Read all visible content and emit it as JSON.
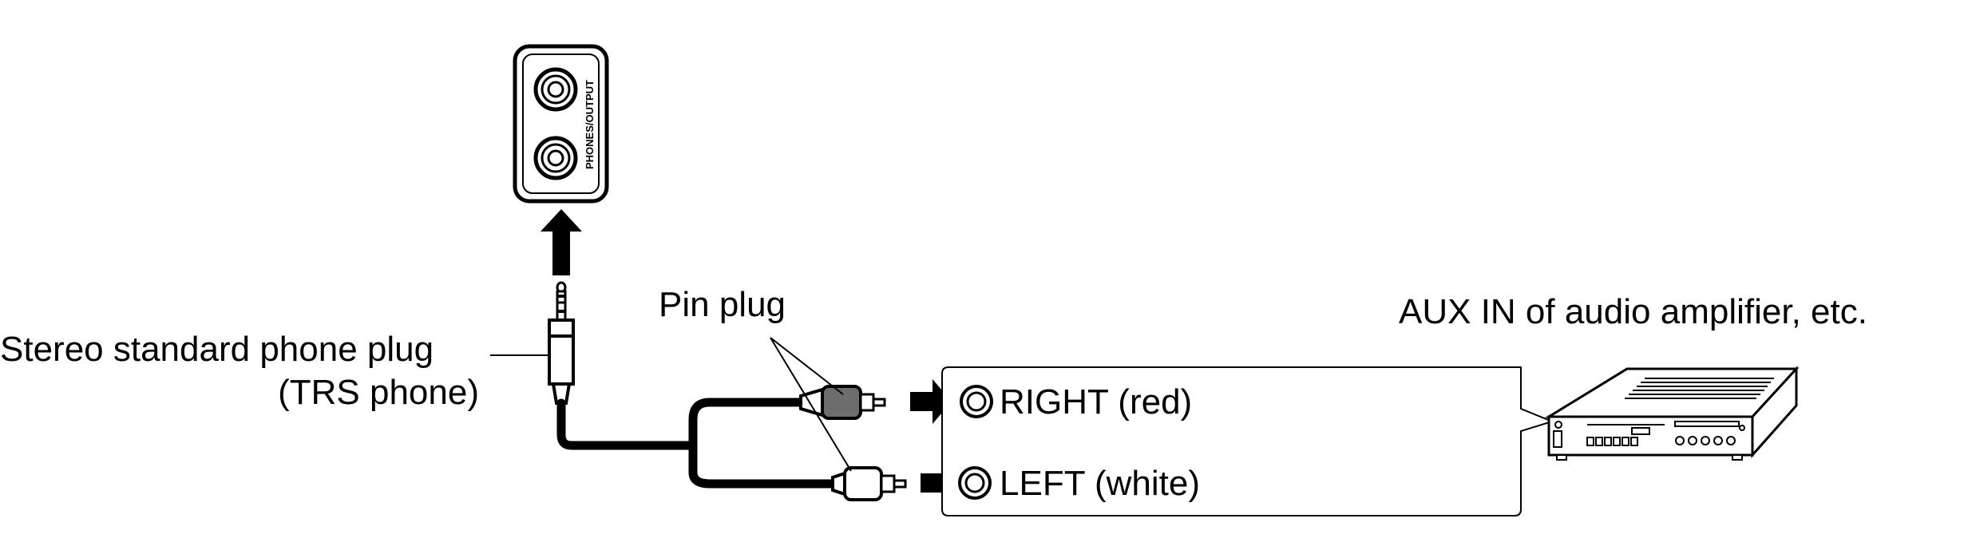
{
  "panel": {
    "jack_label": "PHONES/OUTPUT"
  },
  "labels": {
    "phone_plug_line1": "Stereo standard phone plug",
    "phone_plug_line2": "(TRS phone)",
    "pin_plug": "Pin plug",
    "aux_in": "AUX IN of audio amplifier, etc.",
    "right": "RIGHT (red)",
    "left": "LEFT (white)"
  },
  "colors": {
    "ink": "#000000",
    "red_plug_tint": "#6d6d6d",
    "white_plug_tint": "#ffffff"
  }
}
